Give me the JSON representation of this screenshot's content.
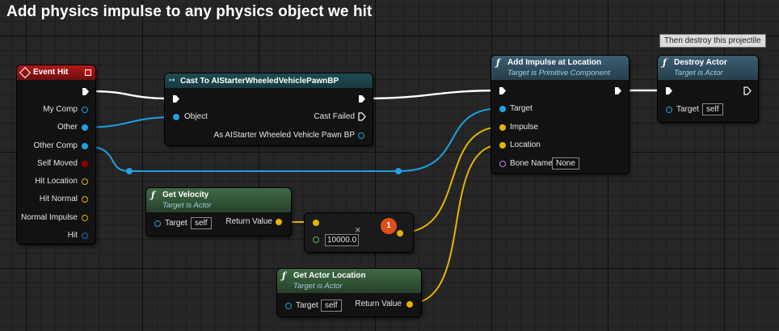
{
  "title": "Add physics impulse to any physics object we hit",
  "comment": "Then destroy this projectile",
  "colors": {
    "exec": "#ffffff",
    "object": "#20a0e0",
    "struct": "#e6b400",
    "bool": "#8b0000",
    "hit": "#1c6bd8",
    "name": "#c080e0",
    "float": "#40c060"
  },
  "event_hit": {
    "title": "Event Hit",
    "icon": "event-icon",
    "pins": [
      "My Comp",
      "Other",
      "Other Comp",
      "Self Moved",
      "Hit Location",
      "Hit Normal",
      "Normal Impulse",
      "Hit"
    ]
  },
  "cast": {
    "title": "Cast To AIStarterWheeledVehiclePawnBP",
    "object": "Object",
    "cast_failed": "Cast Failed",
    "as_output": "As AIStarter Wheeled Vehicle Pawn BP"
  },
  "get_velocity": {
    "title": "Get Velocity",
    "subtitle": "Target is Actor",
    "target": "Target",
    "target_value": "self",
    "return": "Return Value"
  },
  "multiply": {
    "value": "10000.0",
    "badge": "1"
  },
  "get_actor_location": {
    "title": "Get Actor Location",
    "subtitle": "Target is Actor",
    "target": "Target",
    "target_value": "self",
    "return": "Return Value"
  },
  "add_impulse": {
    "title": "Add Impulse at Location",
    "subtitle": "Target is Primitive Component",
    "target": "Target",
    "impulse": "Impulse",
    "location": "Location",
    "bone_name": "Bone Name",
    "bone_value": "None"
  },
  "destroy": {
    "title": "Destroy Actor",
    "subtitle": "Target is Actor",
    "target": "Target",
    "target_value": "self"
  }
}
